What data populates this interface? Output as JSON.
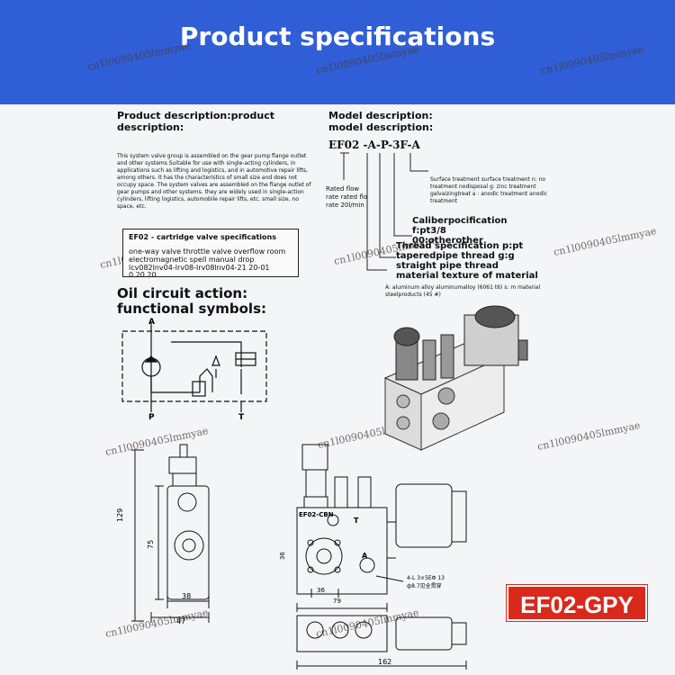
{
  "header": {
    "title": "Product specifications"
  },
  "watermark": "cn1l0090405lmmyae",
  "product_description": {
    "heading": "Product description:product description:",
    "body": "This system valve group is assembled on the gear pump flange outlet and other systems Suitable for use with single-acting cylinders, in applications such as lifting and logistics, and in automotive repair lifts, among others. It has the characteristics of small size and does not occupy space. The system valves are assembled on the flange outlet of gear pumps and other systems. they are widely used in single-action cylinders, lifting logistics, automobile repair lifts, etc. small size, no space, etc."
  },
  "spec_table": {
    "title": "EF02 - cartridge valve specifications",
    "row1": "one-way valve throttle valve overflow room",
    "row2": "electromagnetic spell manual drop",
    "row3": "lcv082lnv04-lrv08-lrv08lnv04-21 20-01",
    "row4": "0          20          20"
  },
  "model_description": {
    "heading": "Model description: model description:",
    "code": "EF02 -A-P-3F-A",
    "surface": "Surface treatment surface treatment n: no treatment nodisposal g: zinc treatment galvaizingtreat a : anodic treatment anodic treatment",
    "flow": "Rated flow rate rated flo rate 20l/min",
    "caliber": "Caliberpocification f:pt3/8 00:otherother",
    "thread": "Thread specification p:pt taperedpipe thread g:g straight pipe thread material texture of material",
    "material": "A: aluminum alloy aluminumalloy (6061 t6) s: m material steelproducts (45 #)"
  },
  "oil_circuit": {
    "heading": "Oil circuit action: functional symbols:"
  },
  "symbol_labels": {
    "a": "A",
    "p": "P",
    "t": "T"
  },
  "drawing_labels": {
    "valve_name": "EF02-CBN",
    "t": "T",
    "a": "A",
    "dim_129": "129",
    "dim_75": "75",
    "dim_38": "38",
    "dim_47": "47",
    "dim_36": "36",
    "dim_79": "79",
    "dim_162": "162",
    "holes": "4-L 3×5EΦ 13",
    "note": "ф8.7见全贯穿"
  },
  "badge": {
    "label": "EF02-GPY"
  }
}
